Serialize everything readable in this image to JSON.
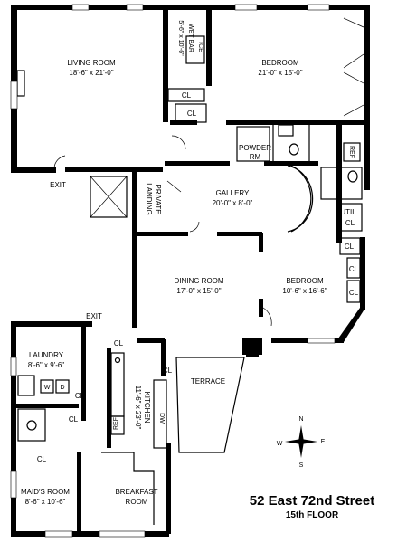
{
  "rooms": {
    "living_room": {
      "name": "LIVING ROOM",
      "dims": "18'-6\" x 21'-0\""
    },
    "wet_bar": {
      "name": "WET BAR",
      "dims": "5'-6\" x 10'-6\""
    },
    "bedroom_main": {
      "name": "BEDROOM",
      "dims": "21'-0\" x 15'-0\""
    },
    "powder_rm": {
      "line1": "POWDER",
      "line2": "RM"
    },
    "private_landing": {
      "line1": "PRIVATE",
      "line2": "LANDING"
    },
    "gallery": {
      "name": "GALLERY",
      "dims": "20'-0\" x 8'-0\""
    },
    "util": {
      "name": "UTIL"
    },
    "dining_room": {
      "name": "DINING ROOM",
      "dims": "17'-0\" x 15'-0\""
    },
    "bedroom_second": {
      "name": "BEDROOM",
      "dims": "10'-6\" x 16'-6\""
    },
    "laundry": {
      "name": "LAUNDRY",
      "dims": "8'-6\" x 9'-6\""
    },
    "kitchen": {
      "name": "KITCHEN",
      "dims": "11'-6\" x 23'-0\""
    },
    "terrace": {
      "name": "TERRACE"
    },
    "maids_room": {
      "name": "MAID'S ROOM",
      "dims": "8'-6\" x 10'-6\""
    },
    "breakfast_room": {
      "line1": "BREAKFAST",
      "line2": "ROOM"
    }
  },
  "closet_label": "CL",
  "exit_label": "EXIT",
  "fixtures": {
    "ref": "REF",
    "dw": "DW",
    "w": "W",
    "d": "D",
    "ice": "ICE"
  },
  "compass": {
    "n": "N",
    "s": "S",
    "e": "E",
    "w": "W"
  },
  "caption": {
    "address": "52 East 72nd Street",
    "floor": "15th FLOOR"
  }
}
